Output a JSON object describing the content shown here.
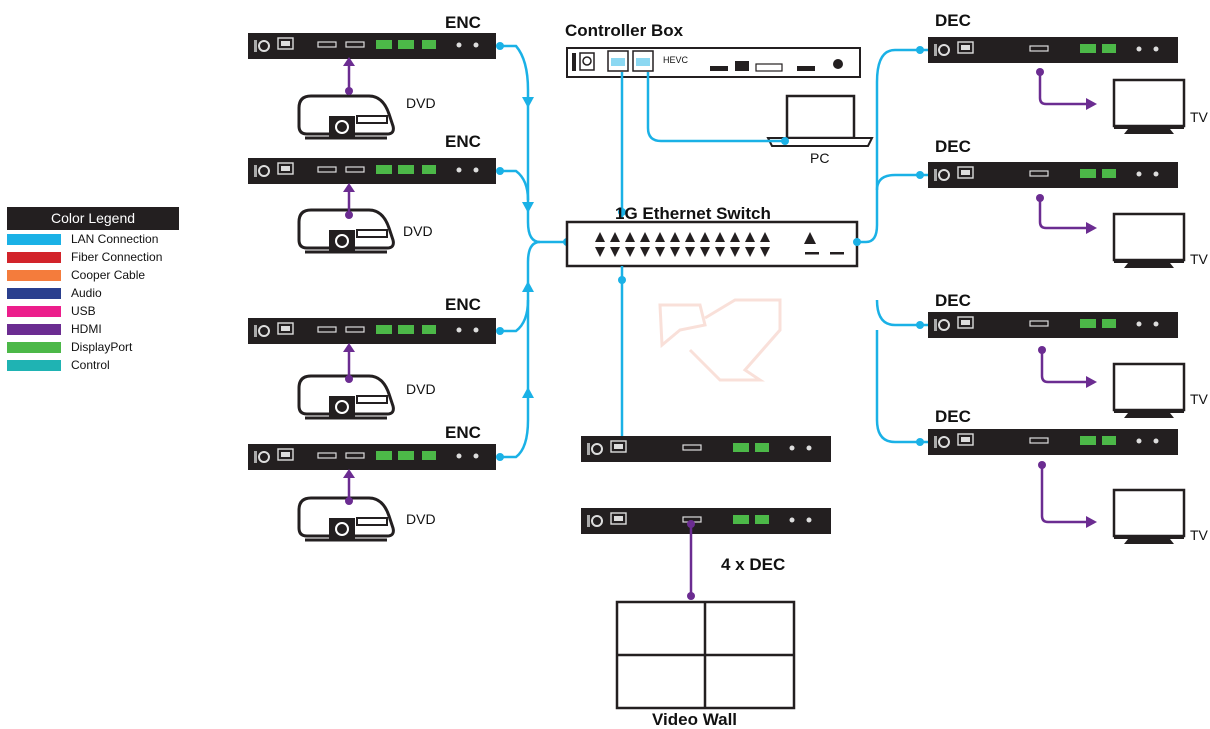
{
  "legend": {
    "title": "Color Legend",
    "items": [
      {
        "label": "LAN Connection",
        "color": "#1ab1e6"
      },
      {
        "label": "Fiber Connection",
        "color": "#d2232a"
      },
      {
        "label": "Cooper Cable",
        "color": "#f47c3c"
      },
      {
        "label": "Audio",
        "color": "#2a3f8e"
      },
      {
        "label": "USB",
        "color": "#ec1e8c"
      },
      {
        "label": "HDMI",
        "color": "#6b2c91"
      },
      {
        "label": "DisplayPort",
        "color": "#4cb848"
      },
      {
        "label": "Control",
        "color": "#1fb3b3"
      }
    ]
  },
  "labels": {
    "enc": "ENC",
    "dec": "DEC",
    "dvd": "DVD",
    "tv": "TV",
    "controller": "Controller Box",
    "hevc": "HEVC",
    "pc": "PC",
    "switch": "1G Ethernet Switch",
    "four_dec": "4 x DEC",
    "video_wall": "Video Wall"
  },
  "colors": {
    "lan": "#1ab1e6",
    "hdmi": "#6b2c91",
    "device": "#231f20",
    "port_green": "#4cb848"
  }
}
